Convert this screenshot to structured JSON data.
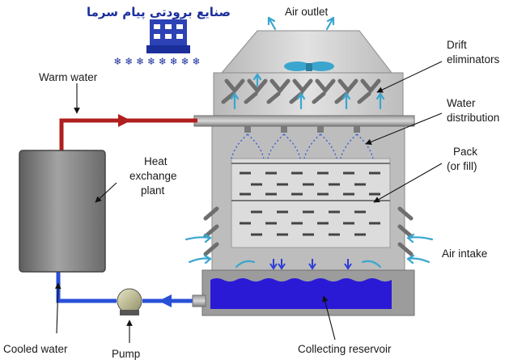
{
  "logo": {
    "text": "صنایع برودتی پیام سرما",
    "snowflakes": "❄ ❄ ❄ ❄ ❄ ❄ ❄ ❄",
    "icon": "cooling-tower-logo-icon",
    "color": "#1b2f9a"
  },
  "labels": {
    "air_outlet": "Air outlet",
    "drift_line1": "Drift",
    "drift_line2": "eliminators",
    "warm_water": "Warm water",
    "water_dist_line1": "Water",
    "water_dist_line2": "distribution",
    "heat_line1": "Heat",
    "heat_line2": "exchange",
    "heat_line3": "plant",
    "pack_line1": "Pack",
    "pack_line2": "(or fill)",
    "air_intake": "Air intake",
    "cooled_water": "Cooled water",
    "pump": "Pump",
    "collecting_reservoir": "Collecting reservoir"
  },
  "colors": {
    "warm_pipe": "#b01e1e",
    "cool_pipe": "#2950d8",
    "reservoir_water": "#2a1ad6",
    "air_arrow": "#3aa6cf",
    "tower_gray": "#c8c8c8"
  }
}
